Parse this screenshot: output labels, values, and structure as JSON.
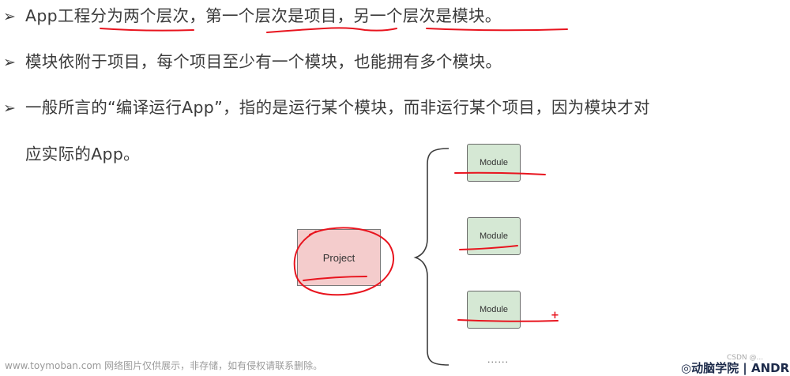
{
  "bullets": [
    {
      "arrow": "➢",
      "text": "App工程分为两个层次，第一个层次是项目，另一个层次是模块。"
    },
    {
      "arrow": "➢",
      "text": "模块依附于项目，每个项目至少有一个模块，也能拥有多个模块。"
    },
    {
      "arrow": "➢",
      "text": "一般所言的“编译运行App”，指的是运行某个模块，而非运行某个项目，因为模块才对"
    }
  ],
  "bullet3_continuation": "应实际的App。",
  "diagram": {
    "project_label": "Project",
    "module_labels": [
      "Module",
      "Module",
      "Module"
    ],
    "ellipsis": "......",
    "plus_mark": "+"
  },
  "watermarks": {
    "footer": "www.toymoban.com 网络图片仅供展示，非存储，如有侵权请联系删除。",
    "csdn": "CSDN @...",
    "logo": "◎动脑学院 | ANDR"
  },
  "colors": {
    "module_fill": "#d5e8d4",
    "project_fill": "#f4cccc",
    "annotation_red": "#e8141e"
  }
}
